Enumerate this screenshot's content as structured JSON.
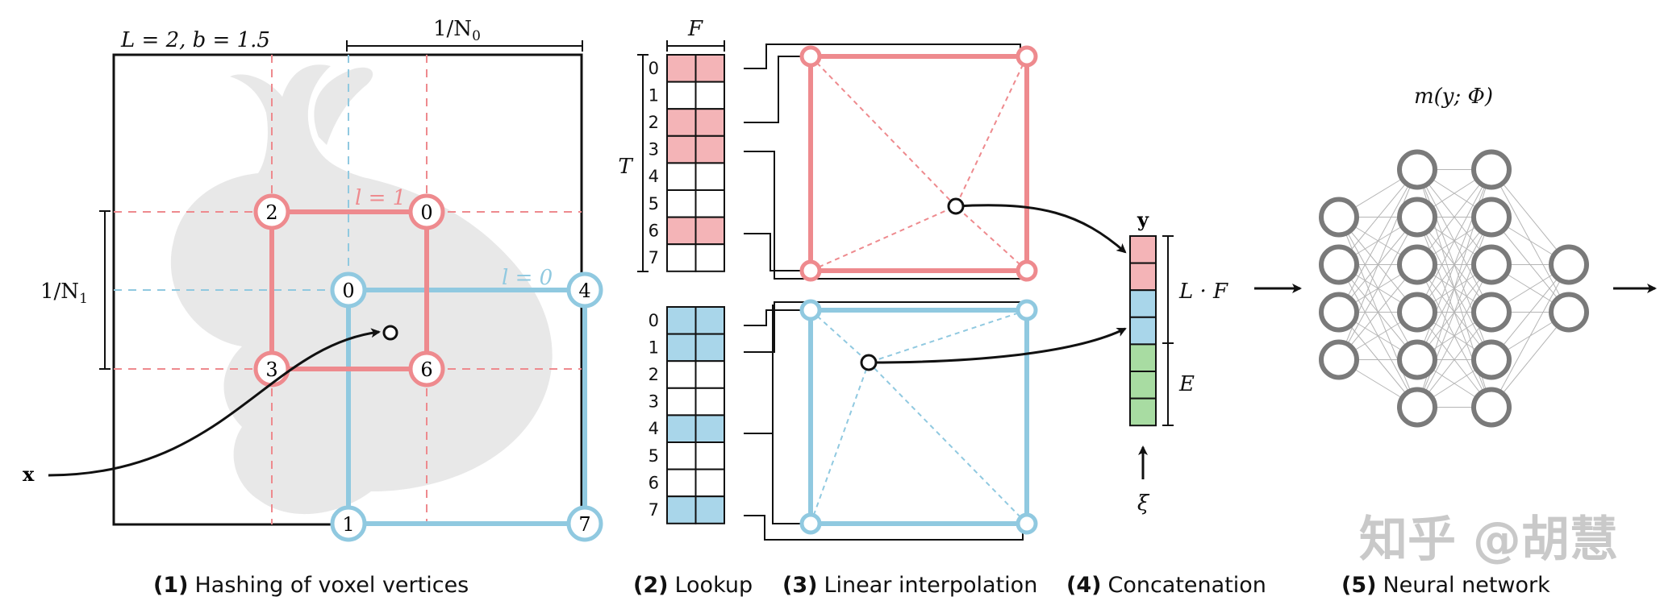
{
  "colors": {
    "red": "#ee8a8e",
    "red_fill": "#f4b4b7",
    "blue": "#90c9e0",
    "blue_fill": "#a9d6ea",
    "green_fill": "#a8dca2",
    "node_gray": "#7a7a7a",
    "black": "#111111"
  },
  "panel1": {
    "params": "L = 2,   b = 1.5",
    "n0_label": "1/N",
    "n0_sub": "0",
    "n1_label": "1/N",
    "n1_sub": "1",
    "x_label": "x",
    "level1_label": "l = 1",
    "level0_label": "l = 0",
    "red_vertices": [
      "2",
      "0",
      "3",
      "6"
    ],
    "blue_vertices": [
      "0",
      "4",
      "1",
      "7"
    ]
  },
  "panel2": {
    "f_label": "F",
    "t_label": "T",
    "indices": [
      "0",
      "1",
      "2",
      "3",
      "4",
      "5",
      "6",
      "7"
    ],
    "red_filled_rows": [
      0,
      2,
      3,
      6
    ],
    "blue_filled_rows": [
      0,
      1,
      4,
      7
    ]
  },
  "panel4": {
    "y_label": "y",
    "lf_label": "L · F",
    "e_label": "E",
    "xi_label": "ξ"
  },
  "panel5": {
    "title": "m(y; Φ)",
    "layer_sizes": [
      4,
      6,
      6,
      2
    ]
  },
  "captions": [
    {
      "num": "(1)",
      "text": "Hashing of voxel vertices"
    },
    {
      "num": "(2)",
      "text": "Lookup"
    },
    {
      "num": "(3)",
      "text": "Linear interpolation"
    },
    {
      "num": "(4)",
      "text": "Concatenation"
    },
    {
      "num": "(5)",
      "text": "Neural network"
    }
  ],
  "watermark": "知乎 @胡慧"
}
